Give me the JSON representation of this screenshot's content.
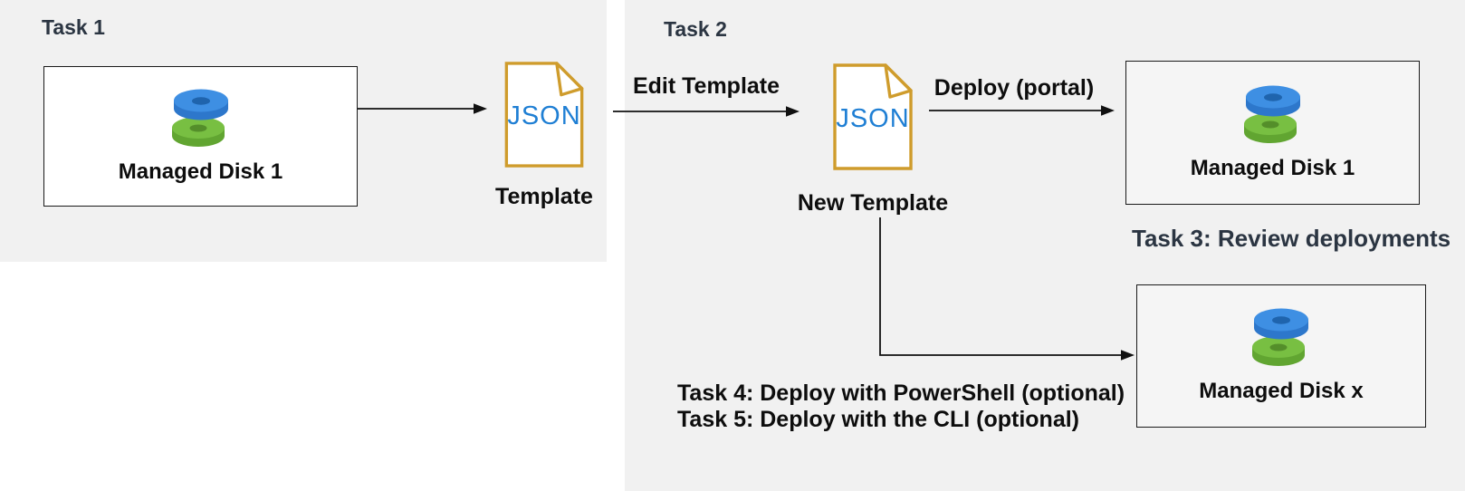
{
  "panels": {
    "task1": {
      "label": "Task 1"
    },
    "task2": {
      "label": "Task 2"
    }
  },
  "nodes": {
    "source_disk": {
      "label": "Managed Disk 1",
      "icon": "managed-disk-icon"
    },
    "template": {
      "file_text": "JSON",
      "caption": "Template",
      "icon": "json-file-icon"
    },
    "new_template": {
      "file_text": "JSON",
      "caption": "New Template",
      "icon": "json-file-icon"
    },
    "deployed_disk_portal": {
      "label": "Managed Disk 1",
      "icon": "managed-disk-icon"
    },
    "deployed_disk_x": {
      "label": "Managed Disk x",
      "icon": "managed-disk-icon"
    }
  },
  "arrows": {
    "edit": {
      "label": "Edit Template"
    },
    "deploy_portal": {
      "label": "Deploy (portal)"
    }
  },
  "captions": {
    "task3": "Task 3: Review deployments",
    "task4": "Task 4: Deploy with PowerShell (optional)",
    "task5": "Task 5: Deploy with the CLI (optional)"
  },
  "colors": {
    "panel_bg": "#f1f1f1",
    "box_fill_left": "#ffffff",
    "box_fill_right": "#f5f5f5",
    "box_border": "#1a1a1a",
    "doc_border": "#cf9c2c",
    "json_text": "#1f7fd4",
    "heading_text": "#2b3542",
    "body_text": "#0d0d0d",
    "arrow_stroke": "#111111",
    "disk_blue_top": "#3e8fe3",
    "disk_blue_side": "#2d77cb",
    "disk_blue_hole": "#1f64ad",
    "disk_green_top": "#78bf42",
    "disk_green_side": "#61a531",
    "disk_green_hole": "#548e2a"
  }
}
